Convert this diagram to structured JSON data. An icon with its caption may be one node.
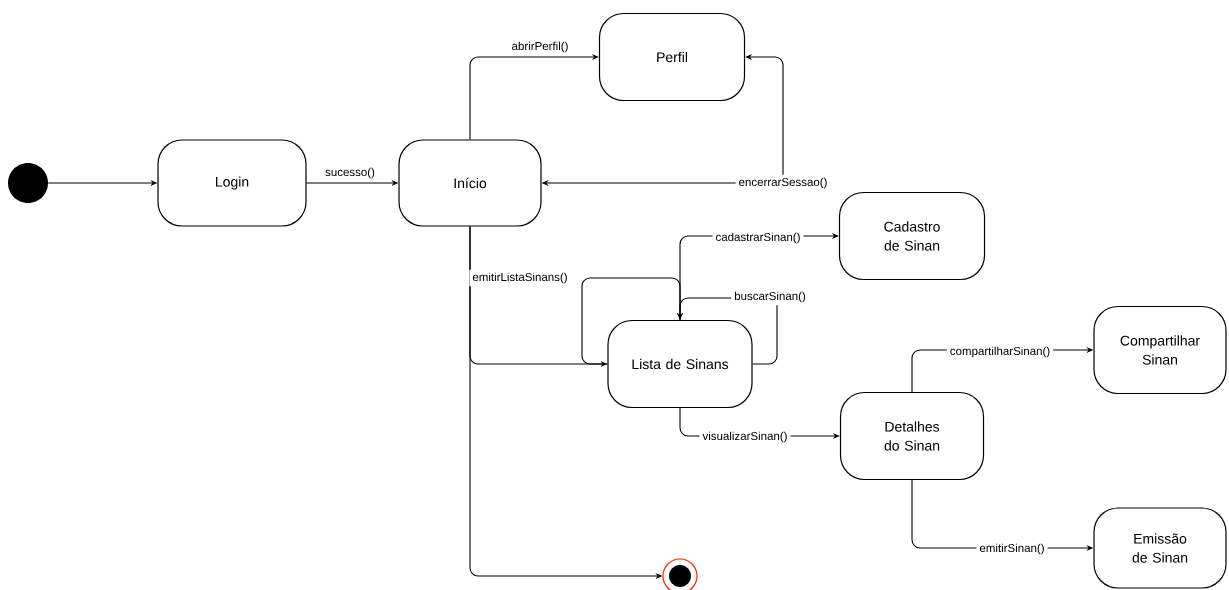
{
  "diagram": {
    "nodes": [
      {
        "text": [],
        "shape": "circle"
      },
      {
        "text": [
          "Login"
        ]
      },
      {
        "text": [
          "Início"
        ]
      },
      {
        "text": [
          "Perfil"
        ]
      },
      {
        "text": [
          "Cadastro de Sinan"
        ]
      },
      {
        "text": [
          "Lista de Sinans"
        ]
      },
      {
        "text": [
          "Detalhes do Sinan"
        ]
      },
      {
        "text": [
          "Compartilhar Sinan"
        ]
      },
      {
        "text": [
          "Emissão de Sinan"
        ]
      },
      {
        "text": [],
        "shape": "circle"
      }
    ],
    "edges": [
      {
        "from": 0,
        "to": 1,
        "arrow": "to"
      },
      {
        "from": 1,
        "to": 2,
        "arrow": "to",
        "label": "sucesso()"
      },
      {
        "from": 2,
        "to": 3,
        "arrow": "to",
        "label": "abrirPerfil()"
      },
      {
        "from": 3,
        "to": 2,
        "arrow": "both",
        "label": "encerrarSessao()"
      },
      {
        "from": 2,
        "to": 5,
        "arrow": "to"
      },
      {
        "from": 5,
        "to": 5,
        "arrow": "to",
        "label": "emitirListaSinans()"
      },
      {
        "from": 5,
        "to": 4,
        "arrow": "to",
        "label": "cadastrarSinan()"
      },
      {
        "from": 5,
        "to": 5,
        "arrow": "to",
        "label": "buscarSinan()"
      },
      {
        "from": 5,
        "to": 6,
        "arrow": "to",
        "label": "visualizarSinan()"
      },
      {
        "from": 6,
        "to": 7,
        "arrow": "to",
        "label": "compartilharSinan()"
      },
      {
        "from": 6,
        "to": 8,
        "arrow": "to",
        "label": "emitirSinan()"
      },
      {
        "from": 2,
        "to": 9,
        "arrow": "to"
      }
    ]
  }
}
